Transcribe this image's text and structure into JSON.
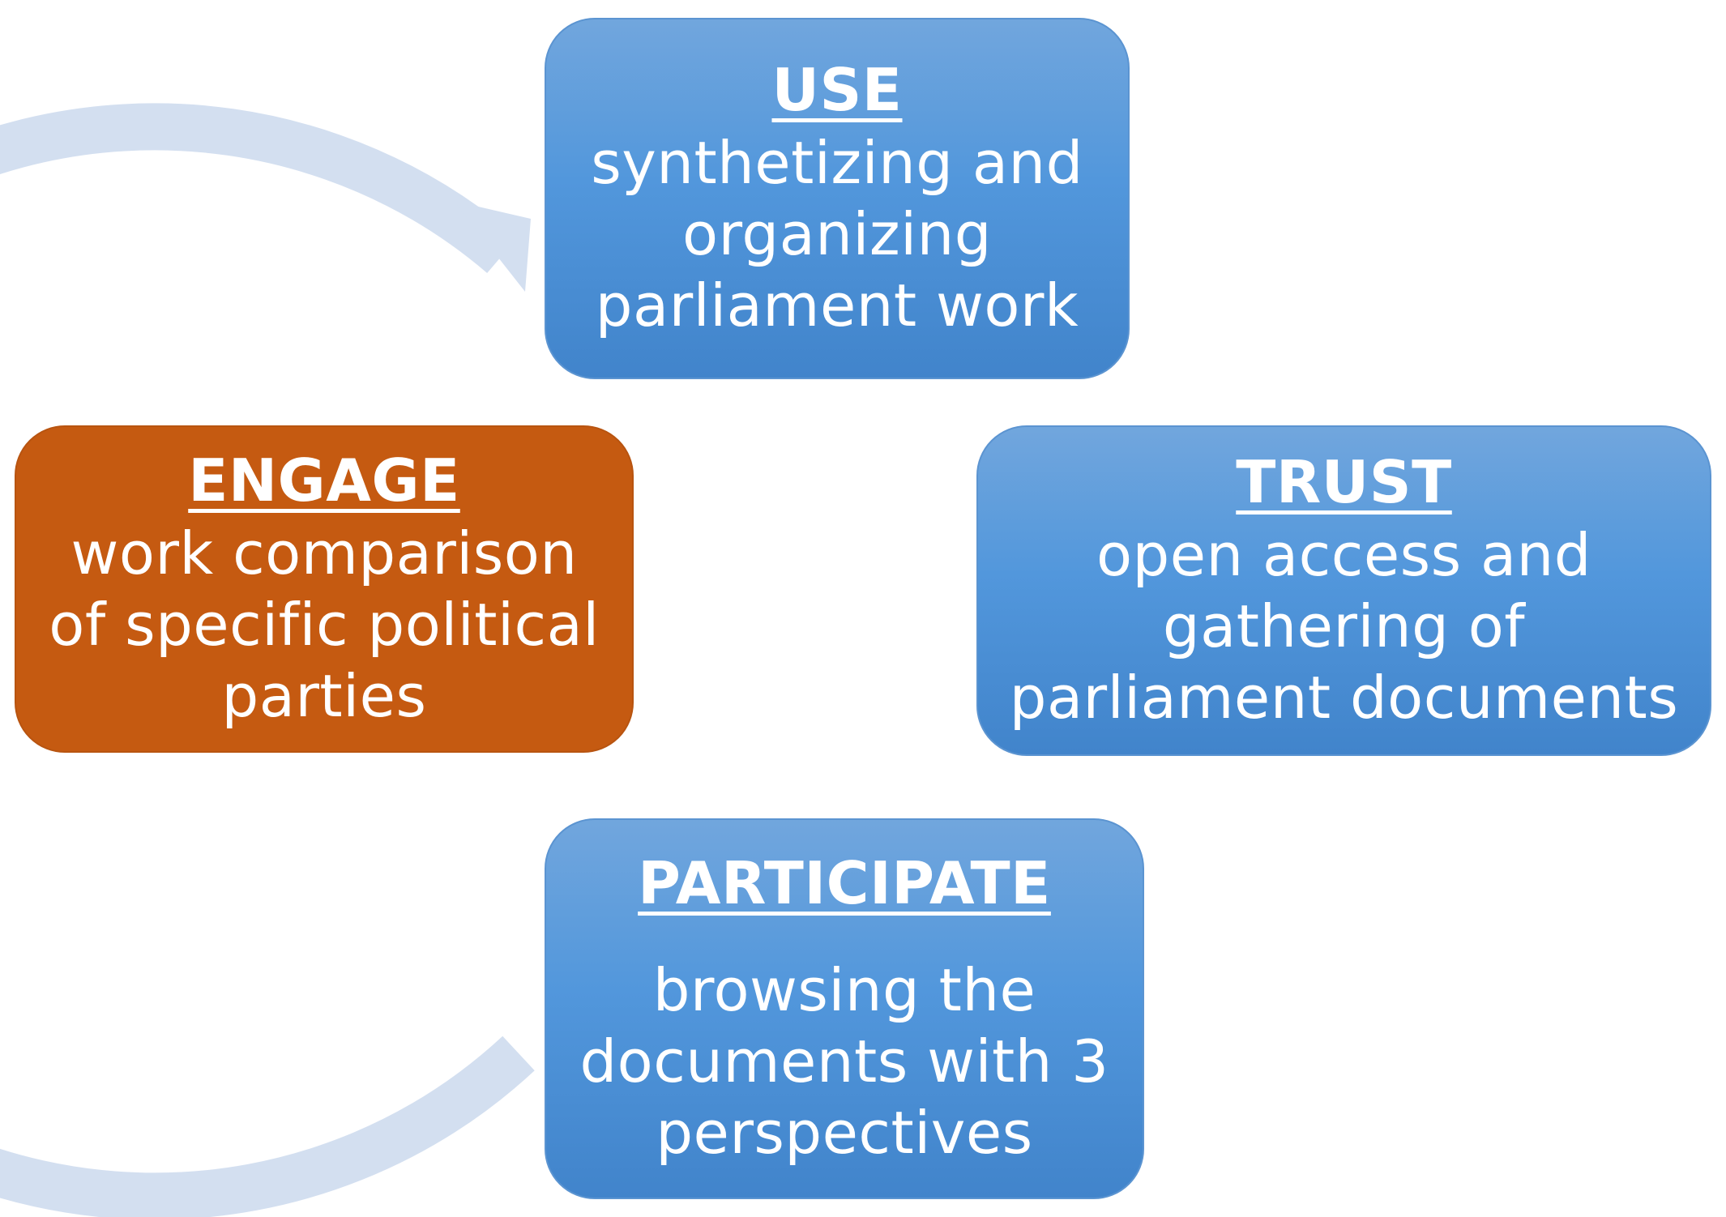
{
  "colors": {
    "ring": "#d3dff0",
    "blue_stage": "#5297dc",
    "orange_stage": "#c55a11",
    "text": "#ffffff"
  },
  "stages": [
    {
      "title": "USE",
      "description": "synthetizing and\norganizing\nparliament work"
    },
    {
      "title": "TRUST",
      "description": "open access and\ngathering of\nparliament documents"
    },
    {
      "title": "PARTICIPATE",
      "description": "browsing the\ndocuments with 3\nperspectives"
    },
    {
      "title": "ENGAGE",
      "description": "work comparison\nof specific political\nparties"
    }
  ]
}
